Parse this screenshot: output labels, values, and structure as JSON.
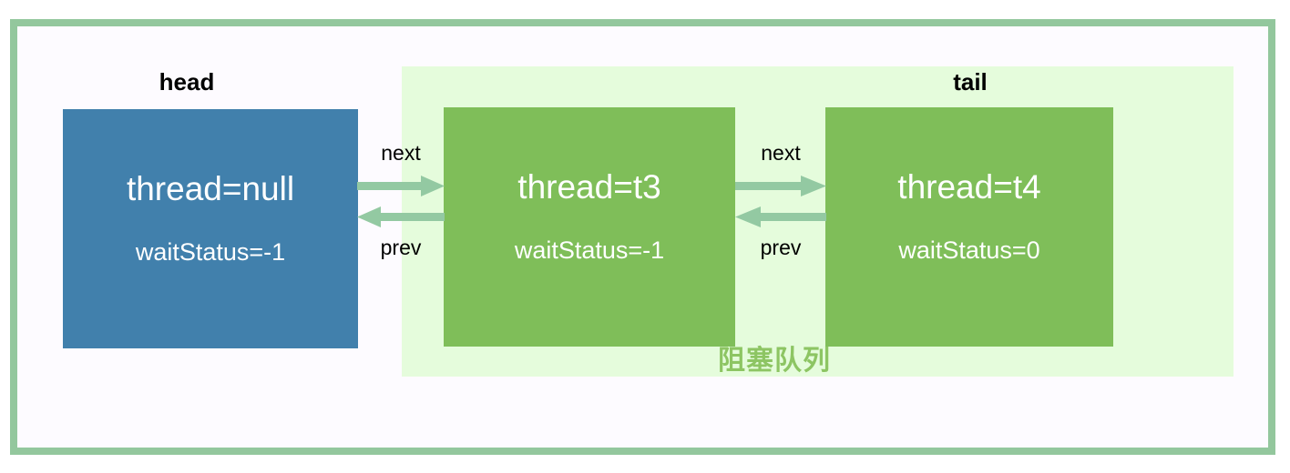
{
  "diagram": {
    "title_caption_head": "head",
    "title_caption_tail": "tail",
    "queue_caption": "阻塞队列",
    "colors": {
      "frame_border": "#93c79d",
      "panel_background": "#fdfbff",
      "queue_region": "#e5fcdc",
      "head_node": "#4180ac",
      "queue_node": "#7fbe59",
      "arrow": "#93c9a2",
      "queue_caption_text": "#8dc563",
      "node_text": "#ffffff",
      "label_text": "#000000"
    },
    "nodes": [
      {
        "id": "head",
        "thread": "thread=null",
        "wait_status": "waitStatus=-1",
        "caption": "head"
      },
      {
        "id": "t3",
        "thread": "thread=t3",
        "wait_status": "waitStatus=-1",
        "caption": ""
      },
      {
        "id": "t4",
        "thread": "thread=t4",
        "wait_status": "waitStatus=0",
        "caption": "tail"
      }
    ],
    "links": [
      {
        "id": "head-t3",
        "forward_label": "next",
        "backward_label": "prev"
      },
      {
        "id": "t3-t4",
        "forward_label": "next",
        "backward_label": "prev"
      }
    ]
  }
}
